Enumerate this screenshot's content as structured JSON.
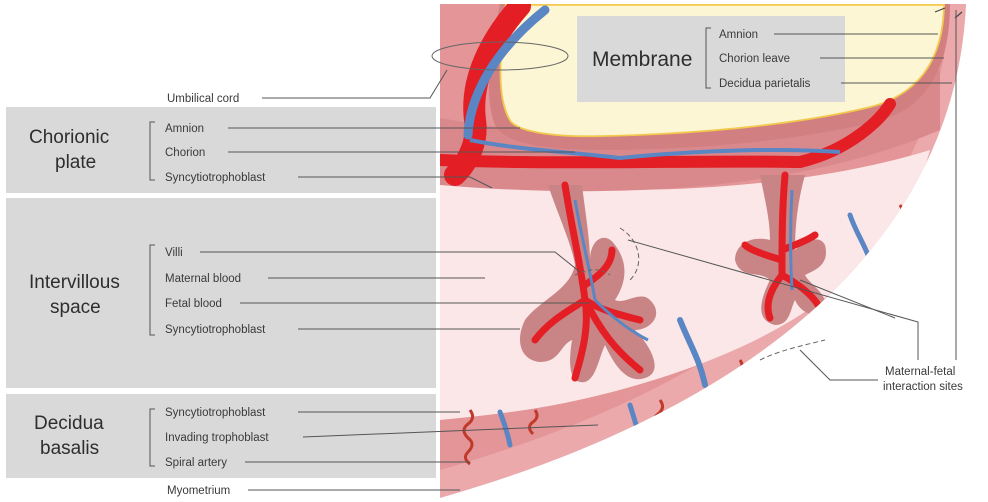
{
  "colors": {
    "panel": "#d9d9d9",
    "decidua": "#e8a1a4",
    "villus_tissue": "#c98585",
    "artery_red": "#e31e24",
    "vein_blue": "#5b86c4",
    "amnion_cream": "#fcf6d4",
    "amnion_border": "#f2c94c",
    "intervillous": "#fbe7e8"
  },
  "sections": {
    "chorionic_plate": {
      "title_line1": "Chorionic",
      "title_line2": "plate",
      "labels": [
        "Amnion",
        "Chorion",
        "Syncytiotrophoblast"
      ]
    },
    "intervillous_space": {
      "title_line1": "Intervillous",
      "title_line2": "space",
      "labels": [
        "Villi",
        "Maternal blood",
        "Fetal blood",
        "Syncytiotrophoblast"
      ]
    },
    "decidua_basalis": {
      "title_line1": "Decidua",
      "title_line2": "basalis",
      "labels": [
        "Syncytiotrophoblast",
        "Invading trophoblast",
        "Spiral artery"
      ]
    },
    "membrane": {
      "title": "Membrane",
      "labels": [
        "Amnion",
        "Chorion leave",
        "Decidua parietalis"
      ]
    }
  },
  "outer_labels": {
    "umbilical_cord": "Umbilical cord",
    "myometrium": "Myometrium",
    "interaction_line1": "Maternal-fetal",
    "interaction_line2": "interaction sites"
  }
}
